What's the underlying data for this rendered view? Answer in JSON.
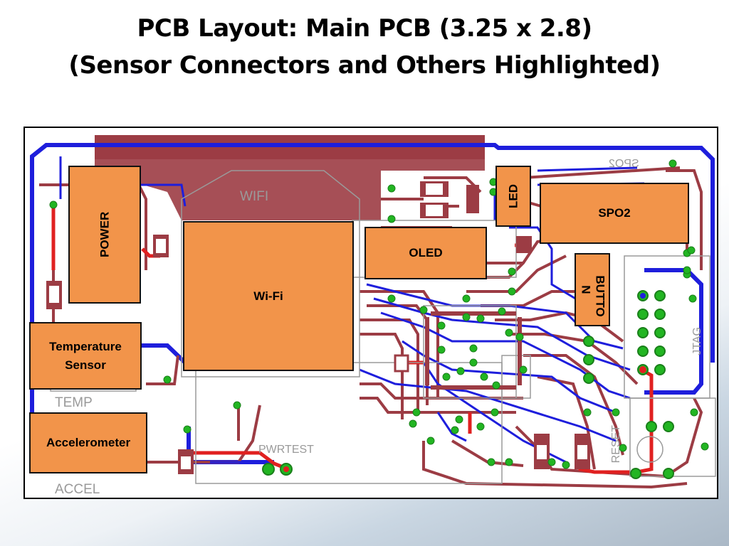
{
  "slide": {
    "title_line1": "PCB Layout: Main PCB (3.25 x 2.8)",
    "title_line2": "(Sensor Connectors and Others Highlighted)"
  },
  "board": {
    "trace_colors": {
      "top": "#1e1edc",
      "bottom": "#9c3c44",
      "power": "#e02020",
      "silkscreen": "#9a9a9a",
      "via": "#22b522"
    },
    "components": {
      "power": "POWER",
      "temperature_sensor": "Temperature Sensor",
      "accelerometer": "Accelerometer",
      "wifi": "Wi-Fi",
      "oled": "OLED",
      "led": "LED",
      "spo2": "SPO2",
      "button": "BUTTO N"
    },
    "silkscreen": {
      "wifi": "WIFI",
      "temp": "TEMP",
      "accel": "ACCEL",
      "pwrtest": "PWRTEST",
      "reset": "RESET",
      "jtag": "JTAG",
      "spo2_mirror": "SPO2"
    }
  }
}
